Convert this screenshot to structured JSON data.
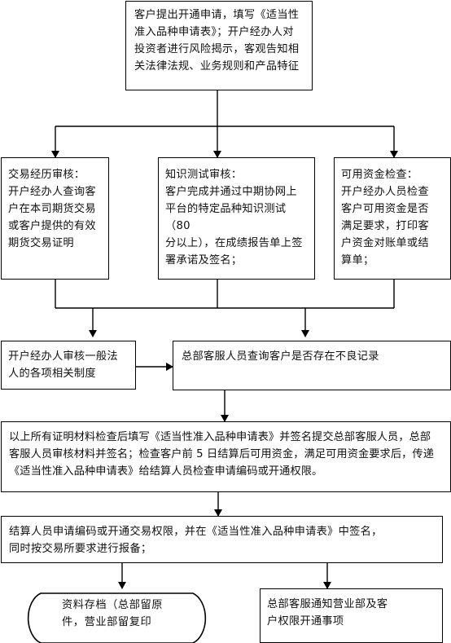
{
  "nodes": {
    "start": "客户提出开通申请，填写《适当性\n准入品种申请表》；开户经办人对\n投资者进行风险揭示，客观告知相\n关法律法规、业务规则和产品特征",
    "trade_exp": "交易经历审核：\n开户经办人查询客\n户在本司期货交易\n或客户提供的有效\n期货交易证明",
    "knowledge": "知识测试审核：\n客户完成并通过中期协网上\n平台的特定品种知识测试（80\n分以上），在成绩报告单上签\n署承诺及签名；",
    "funds": "可用资金检查：\n开户经办人员检查\n客户可用资金是否\n满足要求，打印客\n户资金对账单或结\n算单；",
    "general_rules": "开户经办人审核一般法\n人的各项相关制度",
    "bad_record": "总部客服人员查询客户是否存在不良记录",
    "submit": "以上所有证明材料检查后填写《适当性准入品种申请表》并签名提交总部客服人员，总部\n客服人员审核材料并签名；检查客户前 5 日结算后可用资金，满足可用资金要求后，传递\n《适当性准入品种申请表》给结算人员检查申请编码或开通权限。",
    "settle": "结算人员申请编码或开通交易权限，并在《适当性准入品种申请表》中签名，\n同时按交易所要求进行报备；",
    "archive": "资料存档（总部留原\n件，营业部留复印",
    "notify": "总部客服通知营业部及客\n户权限开通事项"
  }
}
